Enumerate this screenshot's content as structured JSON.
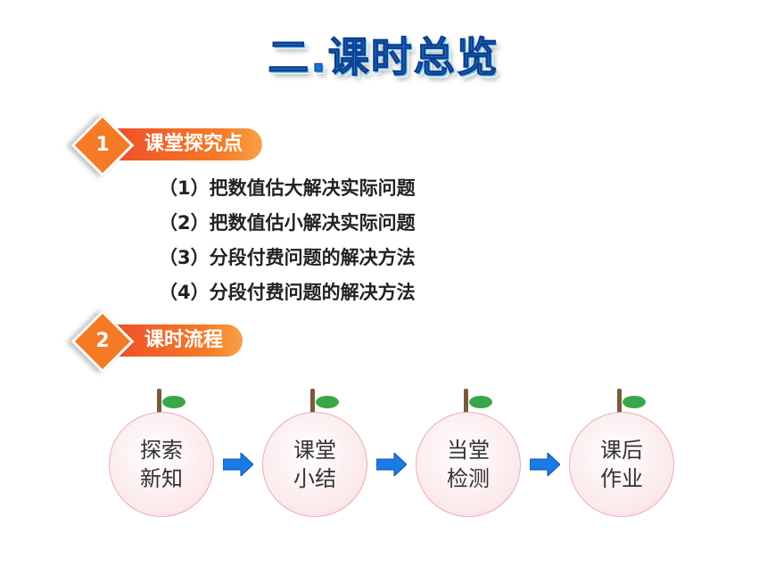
{
  "title": "二.课时总览",
  "sections": [
    {
      "number": "1",
      "label": "课堂探究点"
    },
    {
      "number": "2",
      "label": "课时流程"
    }
  ],
  "topics": [
    "（1）把数值估大解决实际问题",
    "（2）把数值估小解决实际问题",
    "（3）分段付费问题的解决方法",
    "（4）分段付费问题的解决方法"
  ],
  "flow": [
    {
      "line1": "探索",
      "line2": "新知"
    },
    {
      "line1": "课堂",
      "line2": "小结"
    },
    {
      "line1": "当堂",
      "line2": "检测"
    },
    {
      "line1": "课后",
      "line2": "作业"
    }
  ],
  "colors": {
    "title_blue": "#1e6fd0",
    "banner_orange": "#f47a26",
    "circle_pink": "#fbe8ea",
    "arrow_blue": "#1a7be6"
  }
}
